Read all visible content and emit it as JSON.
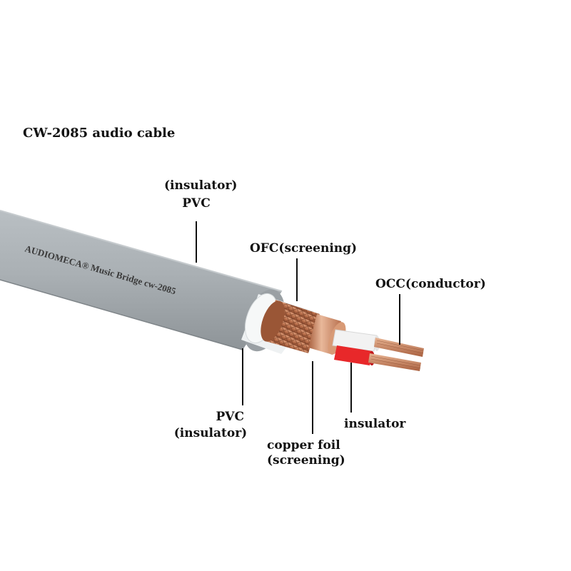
{
  "title": "CW-2085 audio cable",
  "cable_print": "AUDIOMECA® Music Bridge cw-2085",
  "callouts": {
    "outer_jacket": {
      "line1": "(insulator)",
      "line2": "PVC"
    },
    "braid": {
      "text": "OFC(screening)"
    },
    "conductor": {
      "text": "OCC(conductor)"
    },
    "inner_insulation": {
      "line1": "PVC",
      "line2": "(insulator)"
    },
    "foil": {
      "line1": "copper foil",
      "line2": "(screening)"
    },
    "core_insulator": {
      "text": "insulator"
    }
  },
  "colors": {
    "jacket": "#a9afb3",
    "inner_pvc": "#eef1f2",
    "braid": "#b86e4a",
    "foil": "#c98a66",
    "core_red": "#e8282a",
    "core_white": "#f2f2f2",
    "conductor": "#c77d5a"
  }
}
